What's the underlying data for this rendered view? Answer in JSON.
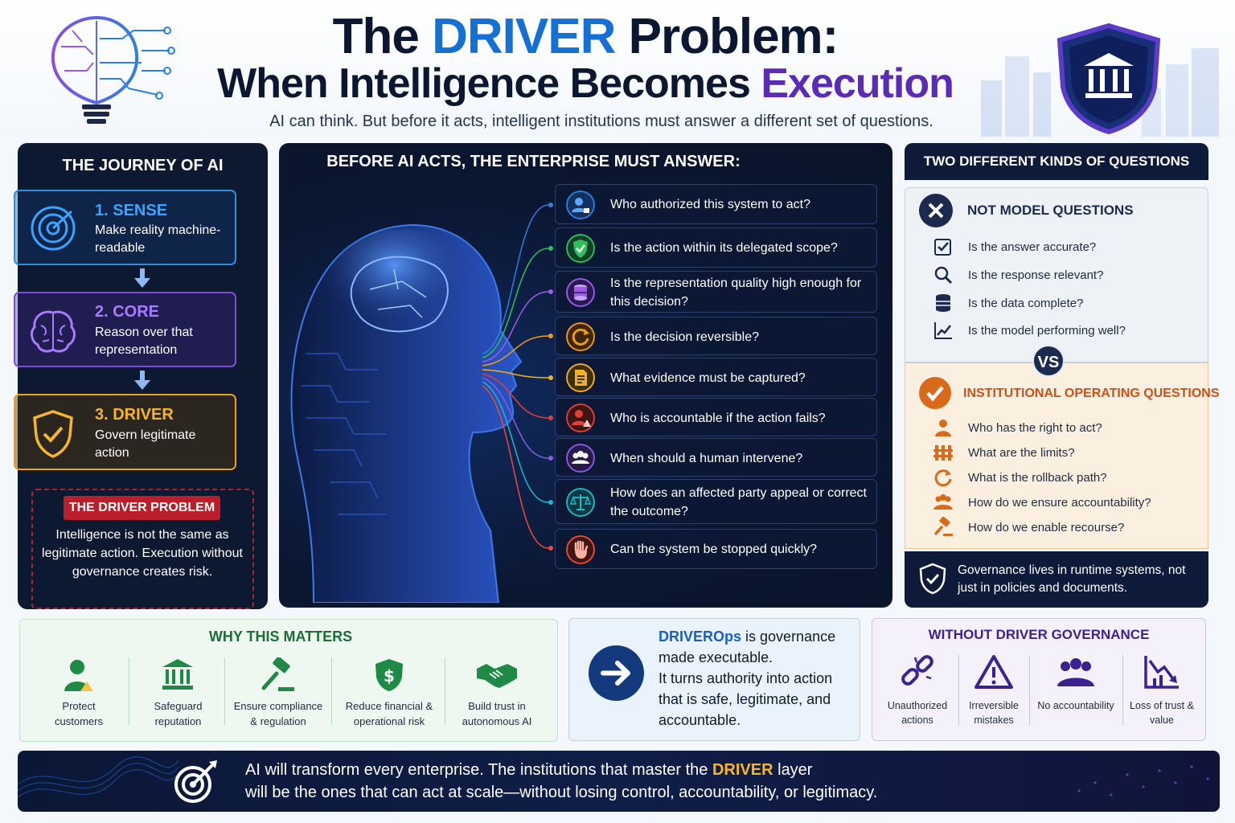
{
  "header": {
    "title_pre": "The ",
    "title_accent": "DRIVER",
    "title_post": " Problem:",
    "title2_pre": "When Intelligence Becomes ",
    "title2_accent": "Execution",
    "subtitle": "AI can think. But before it acts, intelligent institutions must answer a different set of questions."
  },
  "journey": {
    "title": "THE JOURNEY OF AI",
    "steps": [
      {
        "num": "1. SENSE",
        "desc": "Make reality machine-readable",
        "icon": "target-icon"
      },
      {
        "num": "2. CORE",
        "desc": "Reason over that representation",
        "icon": "brain-icon"
      },
      {
        "num": "3. DRIVER",
        "desc": "Govern legitimate action",
        "icon": "shield-check-icon"
      }
    ],
    "problem_tag": "THE DRIVER PROBLEM",
    "problem_text": "Intelligence is not the same as legitimate action. Execution without governance creates risk."
  },
  "questions": {
    "title": "BEFORE AI ACTS, THE ENTERPRISE MUST ANSWER:",
    "items": [
      {
        "text": "Who authorized this system to act?",
        "icon": "user-lock-icon",
        "color": "#2d7fe0"
      },
      {
        "text": "Is the action within its delegated scope?",
        "icon": "shield-check-icon",
        "color": "#2fbf5a"
      },
      {
        "text": "Is the representation quality high enough for this decision?",
        "icon": "database-icon",
        "color": "#9b5ce8"
      },
      {
        "text": "Is the decision reversible?",
        "icon": "refresh-icon",
        "color": "#f09a1a"
      },
      {
        "text": "What evidence must be captured?",
        "icon": "document-icon",
        "color": "#f0b020"
      },
      {
        "text": "Who is accountable if the action fails?",
        "icon": "user-alert-icon",
        "color": "#e0403a"
      },
      {
        "text": "When should a human intervene?",
        "icon": "people-icon",
        "color": "#8a5ce0"
      },
      {
        "text": "How does an affected party appeal or correct the outcome?",
        "icon": "scales-icon",
        "color": "#1fb8c8"
      },
      {
        "text": "Can the system be stopped quickly?",
        "icon": "hand-stop-icon",
        "color": "#ea4a3a"
      }
    ]
  },
  "kinds": {
    "title": "TWO DIFFERENT KINDS OF QUESTIONS",
    "not_model_title": "NOT MODEL QUESTIONS",
    "not_model_items": [
      {
        "text": "Is the answer accurate?",
        "icon": "checkbox-icon"
      },
      {
        "text": "Is the response relevant?",
        "icon": "search-icon"
      },
      {
        "text": "Is the data complete?",
        "icon": "database-icon"
      },
      {
        "text": "Is the model performing well?",
        "icon": "chart-icon"
      }
    ],
    "vs": "VS",
    "inst_title": "INSTITUTIONAL OPERATING QUESTIONS",
    "inst_items": [
      {
        "text": "Who has the right to act?",
        "icon": "user-icon"
      },
      {
        "text": "What are the limits?",
        "icon": "fence-icon"
      },
      {
        "text": "What is the rollback path?",
        "icon": "refresh-icon"
      },
      {
        "text": "How do we ensure accountability?",
        "icon": "people-icon"
      },
      {
        "text": "How do we enable recourse?",
        "icon": "gavel-icon"
      }
    ],
    "gov_text": "Governance lives in runtime systems, not just in policies and documents."
  },
  "why": {
    "title": "WHY THIS MATTERS",
    "items": [
      {
        "label": "Protect customers",
        "icon": "user-alert-icon"
      },
      {
        "label": "Safeguard reputation",
        "icon": "bank-icon"
      },
      {
        "label": "Ensure compliance & regulation",
        "icon": "gavel-icon"
      },
      {
        "label": "Reduce financial & operational risk",
        "icon": "shield-dollar-icon"
      },
      {
        "label": "Build trust in autonomous AI",
        "icon": "handshake-icon"
      }
    ]
  },
  "ops": {
    "brand": "DRIVEROps",
    "line1": " is governance made executable.",
    "line2": "It turns authority into action that is safe, legitimate, and accountable."
  },
  "without": {
    "title": "WITHOUT DRIVER GOVERNANCE",
    "items": [
      {
        "label": "Unauthorized actions",
        "icon": "broken-link-icon"
      },
      {
        "label": "Irreversible mistakes",
        "icon": "warning-icon"
      },
      {
        "label": "No accountability",
        "icon": "people-icon"
      },
      {
        "label": "Loss of trust & value",
        "icon": "chart-down-icon"
      }
    ]
  },
  "footer": {
    "pre": "AI will transform every enterprise. The institutions that master the ",
    "hl": "DRIVER",
    "post1": " layer",
    "line2": "will be the ones that can act at scale—without losing control, accountability, or legitimacy."
  }
}
